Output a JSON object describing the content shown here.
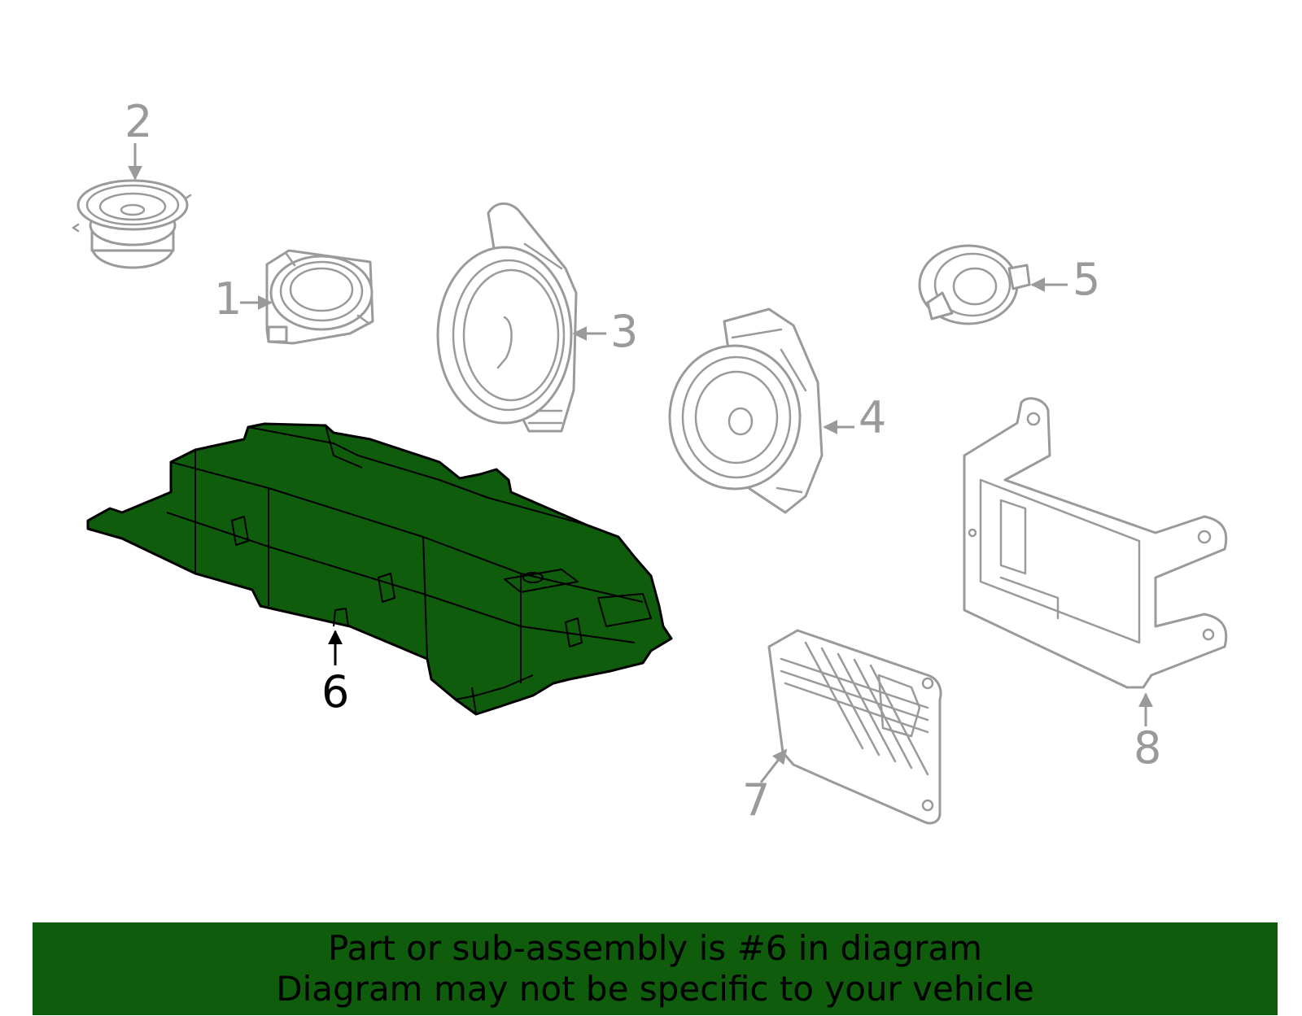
{
  "highlight_color": "#0f5c0c",
  "gray_color": "#9a9a9a",
  "callouts": {
    "c1": "1",
    "c2": "2",
    "c3": "3",
    "c4": "4",
    "c5": "5",
    "c6": "6",
    "c7": "7",
    "c8": "8"
  },
  "banner": {
    "line1": "Part or sub-assembly is #6 in diagram",
    "line2": "Diagram may not be specific to your vehicle"
  }
}
